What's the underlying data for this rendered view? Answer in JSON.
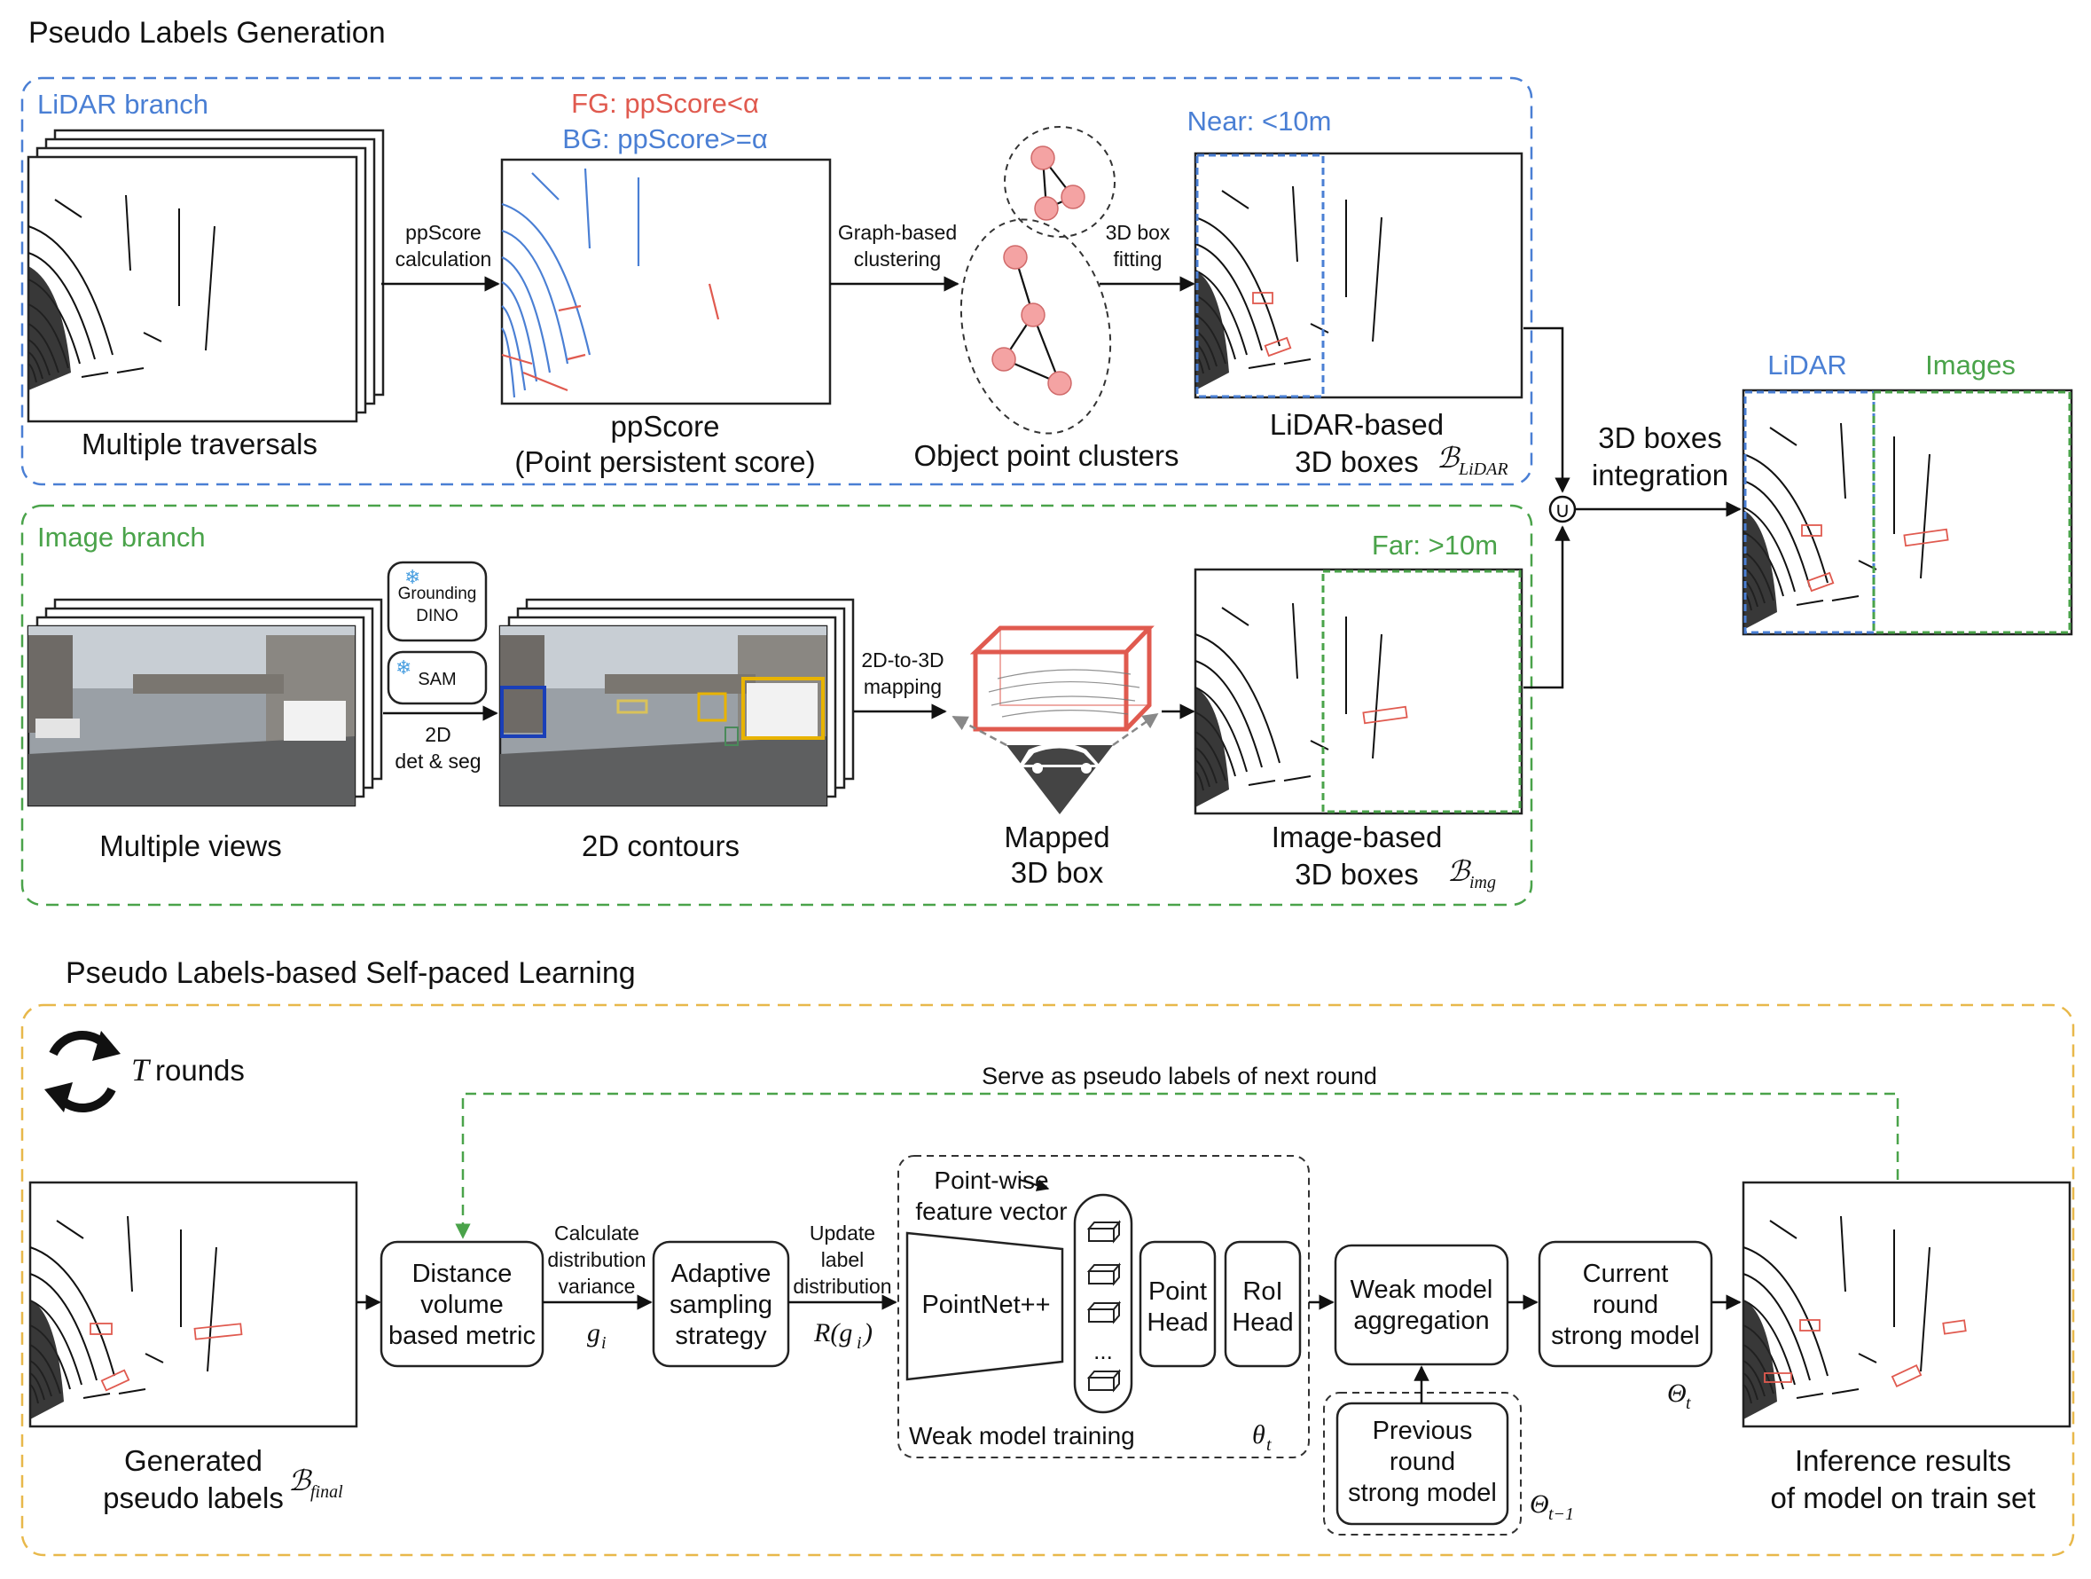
{
  "colors": {
    "blue": "#4a7fd4",
    "green": "#4aa34a",
    "red": "#e05a4f",
    "orange": "#e8b84a",
    "node": "#f4a3a3",
    "yellow_box": "#e8b300",
    "pale_yellow_box": "#d9c25a",
    "dark_blue_box": "#1a3fb8"
  },
  "section1": {
    "title": "Pseudo Labels Generation",
    "lidar_branch": {
      "label": "LiDAR branch",
      "input_caption": "Multiple traversals",
      "arrow1": [
        "ppScore",
        "calculation"
      ],
      "fg": "FG: ppScore<α",
      "bg": "BG: ppScore>=α",
      "ppscore_caption": [
        "ppScore",
        "(Point persistent score)"
      ],
      "arrow2": [
        "Graph-based",
        "clustering"
      ],
      "clusters_caption": "Object point clusters",
      "arrow3": [
        "3D box",
        "fitting"
      ],
      "near": "Near: <10m",
      "result_caption": [
        "LiDAR-based",
        "3D boxes"
      ],
      "result_symbol": "ℬ",
      "result_sub": "LiDAR"
    },
    "image_branch": {
      "label": "Image branch",
      "input_caption": "Multiple views",
      "grounding": [
        "Grounding",
        "DINO"
      ],
      "sam": "SAM",
      "snowflake": "❄",
      "arrow1": [
        "2D",
        "det & seg"
      ],
      "contours_caption": "2D contours",
      "arrow2": [
        "2D-to-3D",
        "mapping"
      ],
      "mapped_caption": [
        "Mapped",
        "3D box"
      ],
      "far": "Far: >10m",
      "result_caption": [
        "Image-based",
        "3D boxes"
      ],
      "result_symbol": "ℬ",
      "result_sub": "img"
    },
    "union_symbol": "∪",
    "integration": [
      "3D boxes",
      "integration"
    ],
    "final_lidar": "LiDAR",
    "final_images": "Images"
  },
  "section2": {
    "title": "Pseudo Labels-based Self-paced Learning",
    "rounds_var": "T",
    "rounds_text": "rounds",
    "feedback": "Serve as pseudo labels of next round",
    "generated_caption": [
      "Generated",
      "pseudo labels"
    ],
    "final_symbol": "ℬ",
    "final_sub": "final",
    "metric_box": [
      "Distance",
      "volume",
      "based metric"
    ],
    "arrow_calc": [
      "Calculate",
      "distribution",
      "variance"
    ],
    "gi": "g",
    "gi_sub": "i",
    "sampling_box": [
      "Adaptive",
      "sampling",
      "strategy"
    ],
    "arrow_update": [
      "Update",
      "label",
      "distribution"
    ],
    "rgi": "R(g",
    "rgi_sub": "i",
    "rgi_end": ")",
    "pointwise": [
      "Point-wise",
      "feature vector"
    ],
    "pointnet": "PointNet++",
    "ellipsis": "...",
    "point_head": [
      "Point",
      "Head"
    ],
    "roi_head": [
      "RoI",
      "Head"
    ],
    "weak_training": "Weak model training",
    "theta": "θ",
    "theta_sub": "t",
    "aggregation": [
      "Weak model",
      "aggregation"
    ],
    "previous": [
      "Previous",
      "round",
      "strong model"
    ],
    "Theta_prev": "Θ",
    "Theta_prev_sub": "t−1",
    "current": [
      "Current",
      "round",
      "strong model"
    ],
    "Theta": "Θ",
    "Theta_sub": "t",
    "inference_caption": [
      "Inference results",
      "of model on train set"
    ]
  }
}
